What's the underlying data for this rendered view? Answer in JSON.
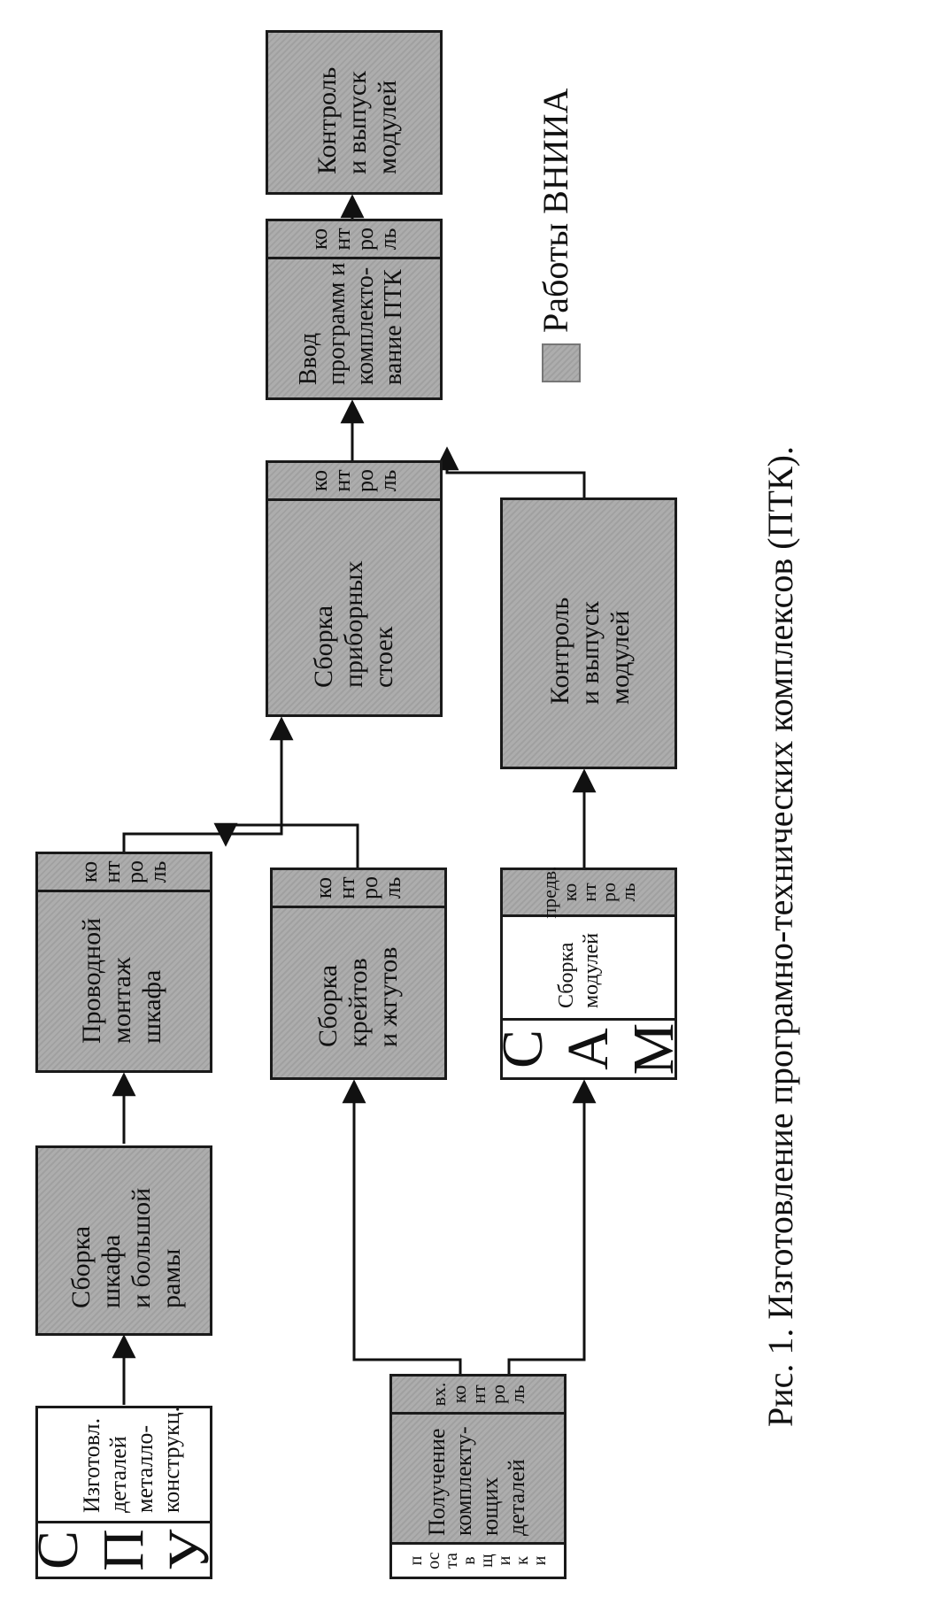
{
  "boxes": {
    "spu": {
      "letters": "СПУ",
      "text": "Изготовл.\nдеталей\nметалло-\nконструкц."
    },
    "frame": {
      "text": "Сборка\nшкафа\nи большой\nрамы"
    },
    "wiring": {
      "text": "Проводной\nмонтаж\nшкафа",
      "control": "контроль"
    },
    "racks": {
      "text": "Сборка\nприборных\nстоек",
      "control": "контроль"
    },
    "program": {
      "text": "Ввод\nпрограмм и\nкомплекто-\nвание ПТК",
      "control": "контроль"
    },
    "final": {
      "text": "Контроль\nи выпуск\nмодулей"
    },
    "receive": {
      "letters": "поставщики",
      "text": "Получение\nкомплекту-\nющих\nдеталей",
      "control_prefix": "вх.",
      "control": "контроль"
    },
    "crates": {
      "text": "Сборка\nкрейтов\nи жгутов",
      "control": "контроль"
    },
    "sam": {
      "letters": "САМ",
      "text": "Сборка\nмодулей",
      "control_prefix": "предв.",
      "control": "контроль"
    },
    "modules_ctrl": {
      "text": "Контроль\nи выпуск\nмодулей"
    }
  },
  "legend": {
    "label": "Работы ВНИИА",
    "shaded_color": "#a9a9a9"
  },
  "caption": "Рис. 1. Изготовление програмно-технических комплексов (ПТК)."
}
